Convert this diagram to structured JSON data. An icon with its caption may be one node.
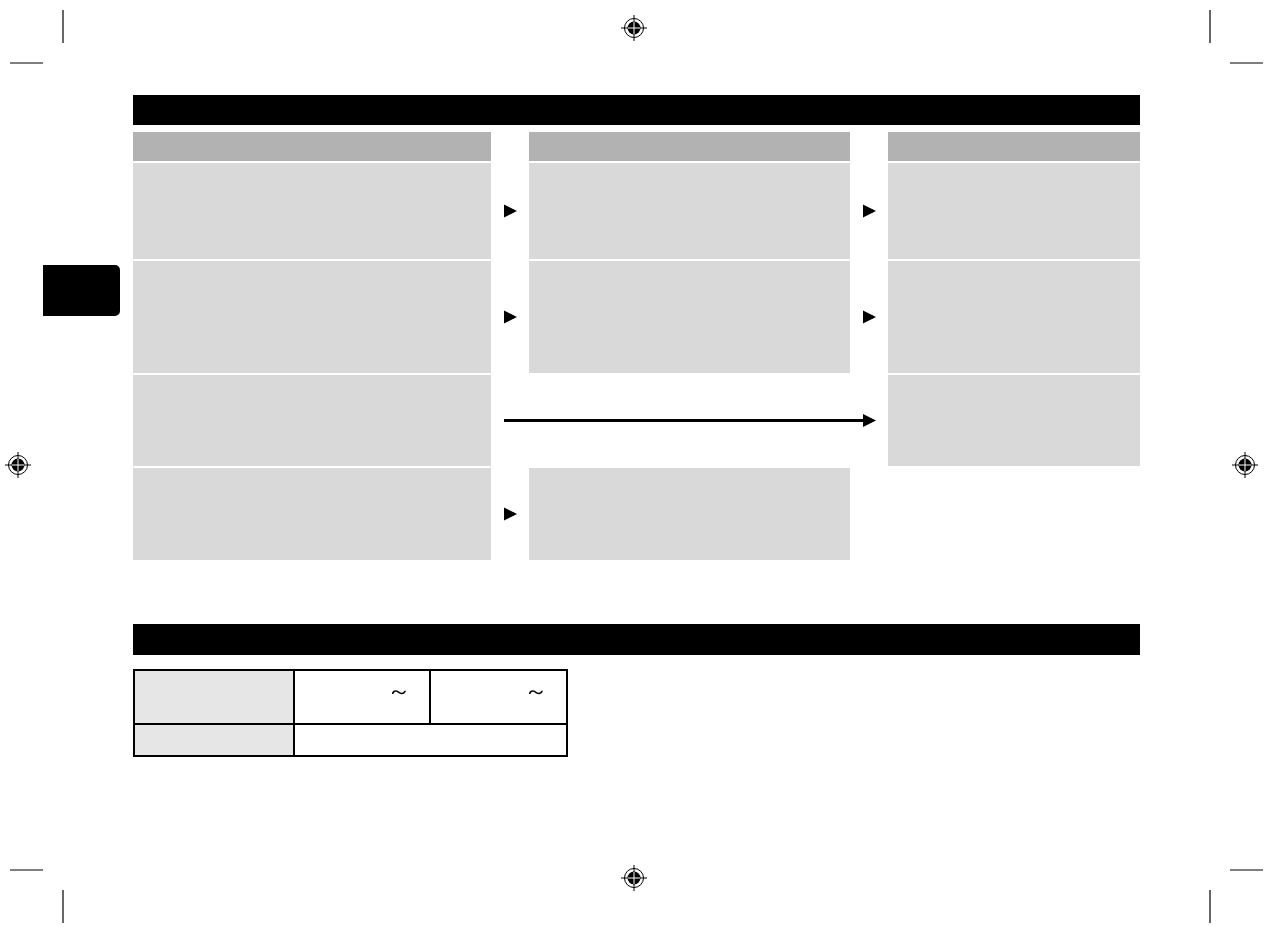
{
  "diagram": {
    "nodes": [
      {
        "text": [],
        "shape": "box"
      },
      {
        "text": [],
        "shape": "box"
      },
      {
        "text": [],
        "shape": "box"
      },
      {
        "text": [],
        "shape": "box"
      },
      {
        "text": [],
        "shape": "box"
      },
      {
        "text": [],
        "shape": "box"
      },
      {
        "text": [],
        "shape": "box"
      },
      {
        "text": [],
        "shape": "box"
      },
      {
        "text": [],
        "shape": "box"
      },
      {
        "text": [],
        "shape": "box"
      },
      {
        "text": [],
        "shape": "tab"
      }
    ],
    "edges": [
      {
        "from": 0,
        "to": 1,
        "arrow": "to"
      },
      {
        "from": 1,
        "to": 2,
        "arrow": "to"
      },
      {
        "from": 3,
        "to": 4,
        "arrow": "to"
      },
      {
        "from": 4,
        "to": 5,
        "arrow": "to"
      },
      {
        "from": 6,
        "to": 7,
        "arrow": "to"
      },
      {
        "from": 8,
        "to": 9,
        "arrow": "to"
      }
    ],
    "labels": [
      "～",
      "～"
    ]
  }
}
